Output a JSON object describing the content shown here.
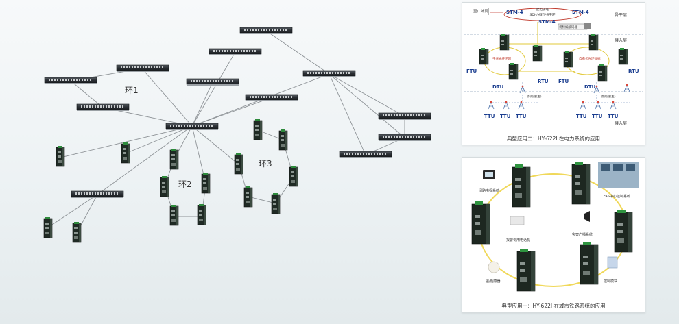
{
  "topology": {
    "ring1": "环1",
    "ring2": "环2",
    "ring3": "环3"
  },
  "power_panel": {
    "caption": "典型应用二：HY-622I 在电力系统的应用",
    "to_wan": "至广域网",
    "stm_left": "STM-4",
    "stm_right": "STM-4",
    "stm_center": "STM-4",
    "dispatch_line1": "配电子站",
    "dispatch_line2": "SDH/MSTP骨干环",
    "video_codec": "视频编解码器",
    "backbone_layer": "骨干层",
    "access_layer_1": "接入层",
    "access_layer_2": "接入层",
    "ring_left": "千兆光纤环网",
    "ring_right": "自愈式光环数据",
    "ftu_left": "FTU",
    "ftu_mid": "FTU",
    "rtu_left": "RTU",
    "rtu_right": "RTU",
    "dtu_left": "DTU",
    "dtu_right": "DTU",
    "coordinator_left": "协调器(主)",
    "coordinator_right": "协调器(主)",
    "ttu": "TTU"
  },
  "rail_panel": {
    "caption": "典型应用一：HY-622I 在城市铁路系统的应用",
    "cctv": "闭路电视系统",
    "fas": "FAS中心控制系统",
    "alarm_phone": "报警专用电话机",
    "broadcast": "灾害广播系统",
    "smoke_sensor": "温/烟感器",
    "control_module": "控制模块"
  }
}
